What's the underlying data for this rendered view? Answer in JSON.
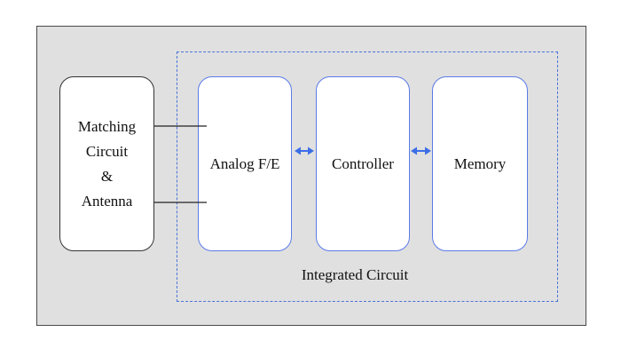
{
  "blocks": {
    "matching": {
      "line1": "Matching",
      "line2": "Circuit",
      "line3": "&",
      "line4": "Antenna"
    },
    "analog": "Analog F/E",
    "controller": "Controller",
    "memory": "Memory"
  },
  "ic_label": "Integrated Circuit",
  "colors": {
    "frame_bg": "#e0e0e0",
    "block_border_blue": "#5b7be8",
    "arrow_blue": "#3c6ee6",
    "dashed_border": "#4a73d9"
  }
}
